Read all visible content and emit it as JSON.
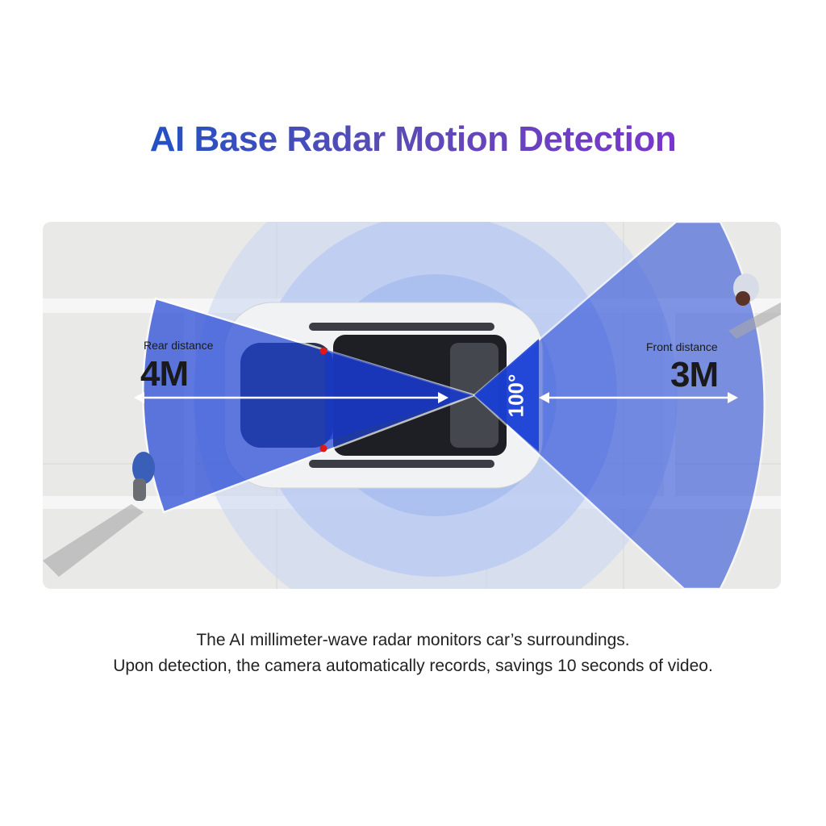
{
  "title": "AI Base Radar Motion Detection",
  "colors": {
    "title_gradient_start": "#2350c4",
    "title_gradient_end": "#7a36cc",
    "radar_blue": "#1f44d6",
    "radar_light": "#a9bff2",
    "detection_dot": "#e01818",
    "text_dark": "#1a1a1a"
  },
  "diagram": {
    "rear": {
      "label": "Rear distance",
      "value": "4M"
    },
    "front": {
      "label": "Front distance",
      "value": "3M"
    },
    "angle": "100°",
    "icons": [
      "car-top-view",
      "pedestrian-left",
      "pedestrian-right",
      "double-arrow-rear",
      "double-arrow-front",
      "radar-cone-rear",
      "radar-cone-front",
      "radar-rings"
    ]
  },
  "caption": {
    "line1": "The AI millimeter-wave radar monitors car’s surroundings.",
    "line2": "Upon detection, the camera automatically records, savings 10 seconds of video."
  }
}
